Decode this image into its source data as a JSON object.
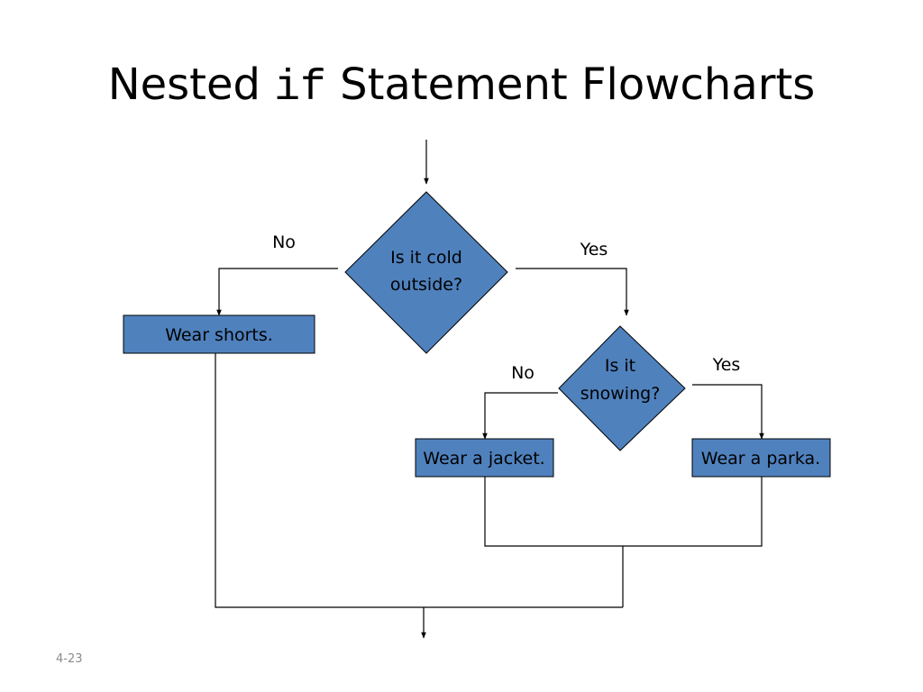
{
  "slide": {
    "title_before": "Nested",
    "title_code": "if",
    "title_after": "Statement Flowcharts",
    "slide_number": "4-23"
  },
  "colors": {
    "node_fill": "#4f81bd",
    "line": "#000000",
    "text": "#000000"
  },
  "flowchart": {
    "nodes": [
      {
        "id": "cold",
        "shape": "diamond",
        "lines": [
          "Is it cold",
          "outside?"
        ]
      },
      {
        "id": "snowing",
        "shape": "diamond",
        "lines": [
          "Is it",
          "snowing?"
        ]
      },
      {
        "id": "shorts",
        "shape": "rectangle",
        "lines": [
          "Wear shorts."
        ]
      },
      {
        "id": "jacket",
        "shape": "rectangle",
        "lines": [
          "Wear a jacket."
        ]
      },
      {
        "id": "parka",
        "shape": "rectangle",
        "lines": [
          "Wear a parka."
        ]
      }
    ],
    "edges": [
      {
        "from": "start",
        "to": "cold",
        "label": ""
      },
      {
        "from": "cold",
        "to": "shorts",
        "label": "No"
      },
      {
        "from": "cold",
        "to": "snowing",
        "label": "Yes"
      },
      {
        "from": "snowing",
        "to": "jacket",
        "label": "No"
      },
      {
        "from": "snowing",
        "to": "parka",
        "label": "Yes"
      },
      {
        "from": "jacket",
        "to": "merge",
        "label": ""
      },
      {
        "from": "parka",
        "to": "merge",
        "label": ""
      },
      {
        "from": "merge",
        "to": "end",
        "label": ""
      },
      {
        "from": "shorts",
        "to": "end",
        "label": ""
      }
    ]
  }
}
